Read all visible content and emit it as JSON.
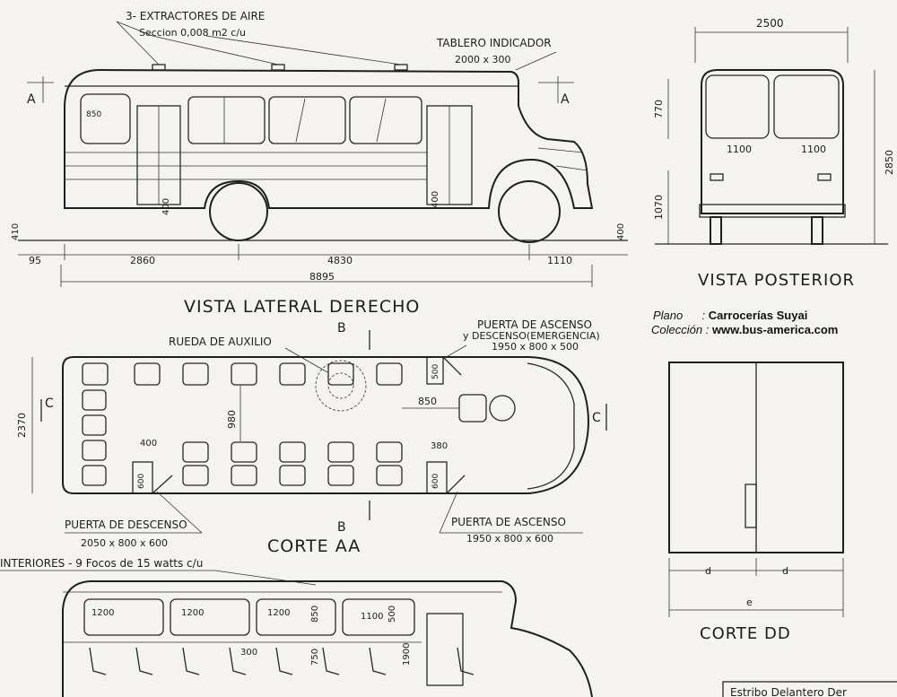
{
  "credits": {
    "plano_label": "Plano",
    "plano_value": "Carrocerías Suyai",
    "coleccion_label": "Colección :",
    "coleccion_value": "www.bus-america.com"
  },
  "side_view": {
    "title": "VISTA LATERAL DERECHO",
    "extractores": "3- EXTRACTORES DE AIRE",
    "seccion": "Seccion 0,008 m2 c/u",
    "tablero": "TABLERO INDICADOR",
    "tablero_size": "2000 x 300",
    "section_a_left": "A",
    "section_a_right": "A",
    "dim_850": "850",
    "dim_400_a": "400",
    "dim_400_b": "400",
    "dim_410": "410",
    "dim_400_right": "400",
    "dim_95": "95",
    "dim_2860": "2860",
    "dim_4830": "4830",
    "dim_1110": "1110",
    "dim_8895": "8895"
  },
  "rear_view": {
    "title": "VISTA POSTERIOR",
    "dim_2500": "2500",
    "dim_770": "770",
    "dim_2850": "2850",
    "dim_1070": "1070",
    "dim_1100_a": "1100",
    "dim_1100_b": "1100"
  },
  "plan_view": {
    "title": "CORTE AA",
    "rueda": "RUEDA DE AUXILIO",
    "puerta_emergencia_1": "PUERTA DE ASCENSO",
    "puerta_emergencia_2": "y DESCENSO(EMERGENCIA)",
    "puerta_emergencia_3": "1950 x 800 x 500",
    "puerta_descenso": "PUERTA DE DESCENSO",
    "puerta_descenso_size": "2050 x 800 x 600",
    "puerta_ascenso": "PUERTA DE ASCENSO",
    "puerta_ascenso_size": "1950 x 800 x 600",
    "section_b_top": "B",
    "section_b_bottom": "B",
    "section_c_left": "C",
    "section_c_right": "C",
    "dim_2370": "2370",
    "dim_980": "980",
    "dim_850": "850",
    "dim_400": "400",
    "dim_380": "380",
    "dim_500": "500",
    "dim_600_a": "600",
    "dim_600_b": "600"
  },
  "interior_view": {
    "focos": "INTERIORES - 9 Focos de 15 watts c/u",
    "dim_1200_a": "1200",
    "dim_1200_b": "1200",
    "dim_1200_c": "1200",
    "dim_850": "850",
    "dim_1100": "1100",
    "dim_500": "500",
    "dim_300": "300",
    "dim_750": "750",
    "dim_1900": "1900"
  },
  "corte_dd": {
    "title": "CORTE DD",
    "dim_d_a": "d",
    "dim_d_b": "d",
    "dim_e": "e"
  },
  "footer": {
    "estribo": "Estribo Delantero Der"
  }
}
